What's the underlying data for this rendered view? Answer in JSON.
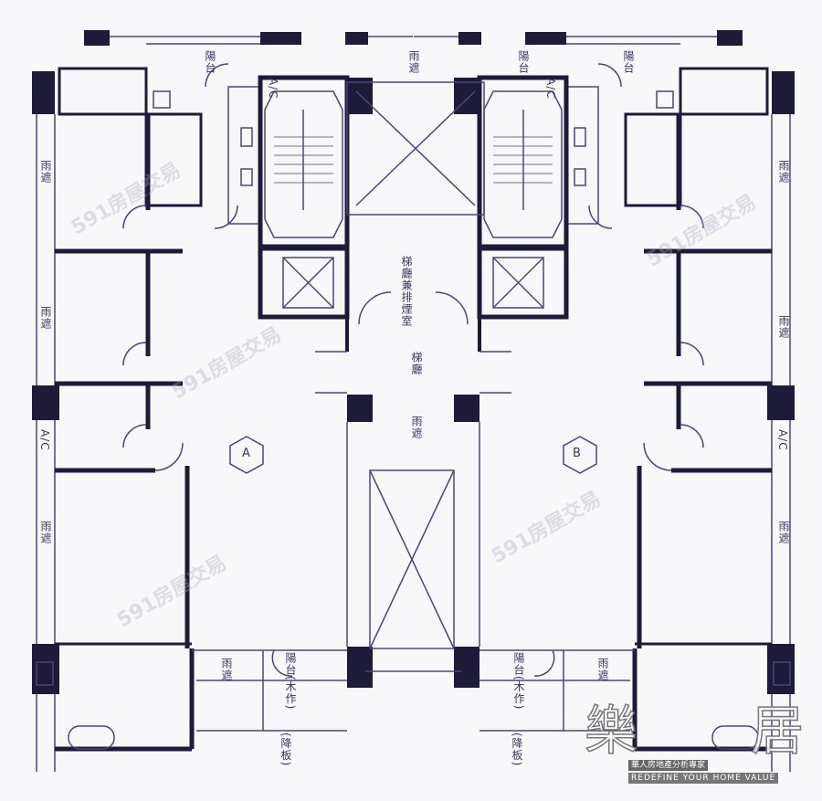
{
  "plan": {
    "units": [
      "A",
      "B"
    ],
    "labels": {
      "balcony": "陽台",
      "rain_cover": "雨遮",
      "ac": "A/C",
      "lobby": "梯廳",
      "lobby_smoke": "梯廳兼排煙室",
      "balcony_wood": "陽台(木作)",
      "lowered_floor": "(降板)"
    }
  },
  "watermark": "591房屋交易",
  "logo": {
    "name": "樂居",
    "slogan_cn": "華人房地產分析專家",
    "slogan_en": "REDEFINE YOUR HOME VALUE"
  },
  "colors": {
    "wall": "#1e1a3a",
    "line": "#4a4580"
  }
}
